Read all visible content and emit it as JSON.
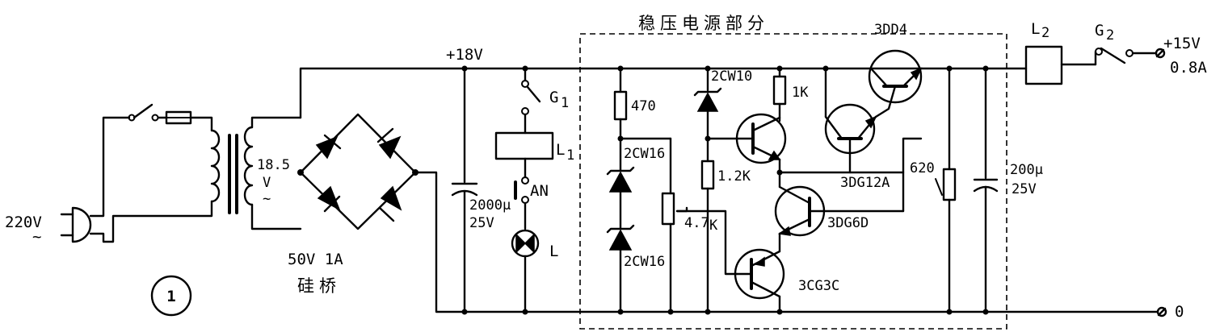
{
  "diagram": {
    "section_title": "稳压电源部分",
    "figure_number": "1",
    "mains": {
      "voltage": "220V",
      "ac_symbol": "~"
    },
    "transformer": {
      "secondary_voltage": "18.5",
      "unit": "V",
      "ac_symbol": "~"
    },
    "bridge": {
      "rating": "50V 1A",
      "name": "硅桥"
    },
    "rail_label": "+18V",
    "switch_g1": {
      "letter": "G",
      "sub": "1"
    },
    "relay_l1": {
      "letter": "L",
      "sub": "1"
    },
    "button_an": "AN",
    "lamp_l": "L",
    "filter_cap": {
      "value": "2000μ",
      "voltage": "25V"
    },
    "resistors": {
      "r470": "470",
      "r1k": "1K",
      "r1_2k": "1.2K",
      "pot": "4.7",
      "pot_unit": "K",
      "r620": "620"
    },
    "zeners": {
      "top": "2CW16",
      "bottom": "2CW16",
      "ref": "2CW10"
    },
    "transistors": {
      "q1": "3DD4",
      "q2": "3DG12A",
      "q3": "3DG6D",
      "q4": "3CG3C"
    },
    "output_cap": {
      "value": "200μ",
      "voltage": "25V"
    },
    "output_choke": {
      "letter": "L",
      "sub": "2"
    },
    "switch_g2": {
      "letter": "G",
      "sub": "2"
    },
    "output": {
      "voltage": "+15V",
      "current": "0.8A",
      "ground": "0"
    }
  }
}
